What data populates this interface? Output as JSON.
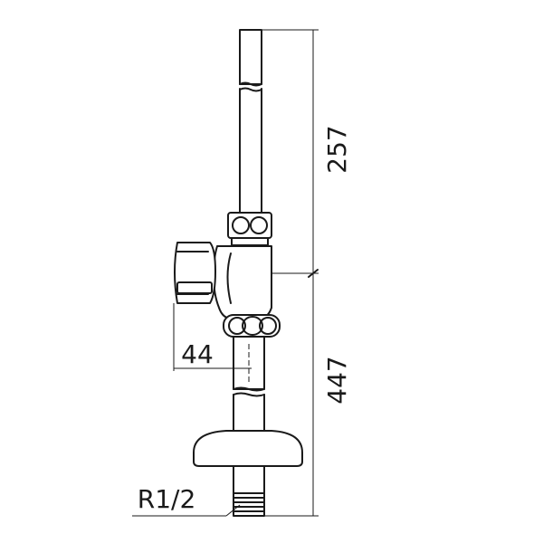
{
  "dimensions": {
    "upper_height": "257",
    "lower_height": "447",
    "side_offset": "44"
  },
  "thread_label": "R1/2"
}
